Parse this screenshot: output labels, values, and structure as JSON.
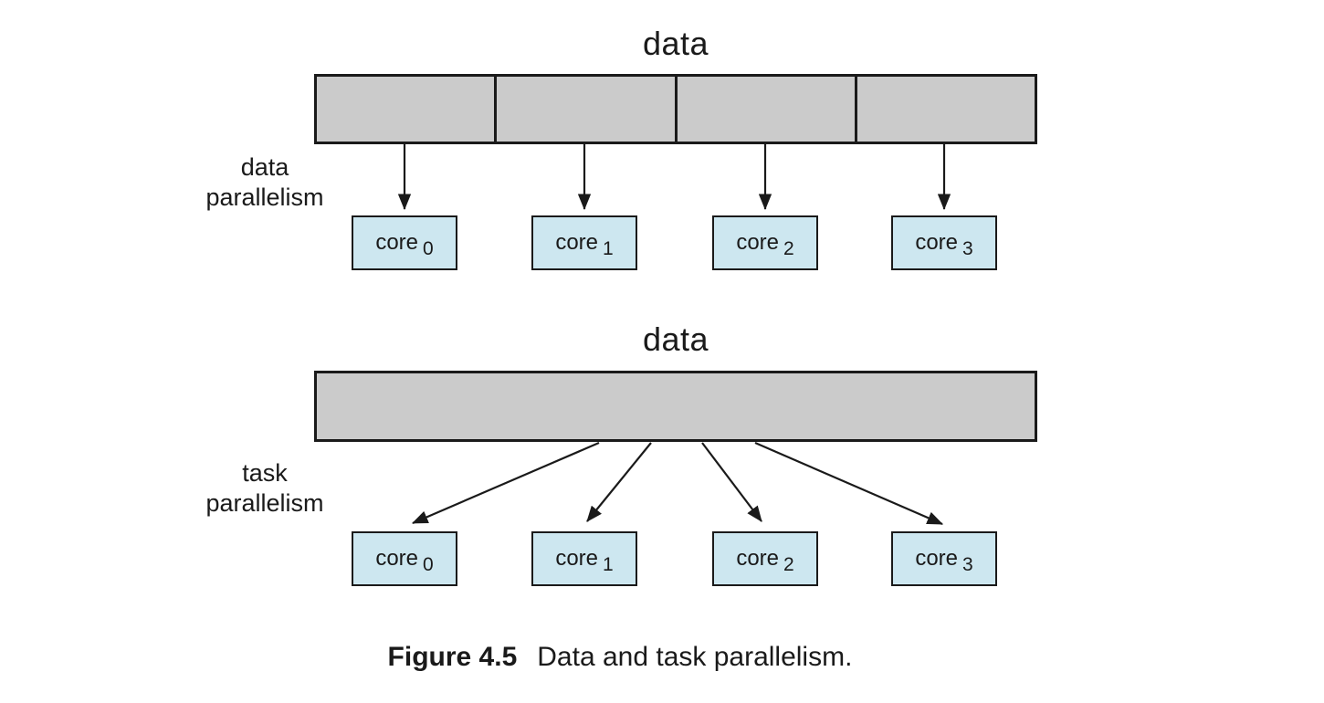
{
  "colors": {
    "bar_fill": "#cbcbcb",
    "core_fill": "#cde7f0",
    "stroke": "#1a1a1a"
  },
  "top_section": {
    "title": "data",
    "side_label_line1": "data",
    "side_label_line2": "parallelism",
    "segment_count": 4,
    "cores": [
      {
        "label": "core",
        "sub": "0"
      },
      {
        "label": "core",
        "sub": "1"
      },
      {
        "label": "core",
        "sub": "2"
      },
      {
        "label": "core",
        "sub": "3"
      }
    ],
    "arrows": [
      [
        443,
        122,
        443,
        229
      ],
      [
        640,
        122,
        640,
        229
      ],
      [
        838,
        122,
        838,
        229
      ],
      [
        1034,
        122,
        1034,
        229
      ]
    ]
  },
  "bottom_section": {
    "title": "data",
    "side_label_line1": "task",
    "side_label_line2": "parallelism",
    "segment_count": 1,
    "cores": [
      {
        "label": "core",
        "sub": "0"
      },
      {
        "label": "core",
        "sub": "1"
      },
      {
        "label": "core",
        "sub": "2"
      },
      {
        "label": "core",
        "sub": "3"
      }
    ],
    "arrows": [
      [
        656,
        485,
        452,
        573
      ],
      [
        713,
        485,
        643,
        571
      ],
      [
        769,
        485,
        834,
        571
      ],
      [
        827,
        485,
        1032,
        574
      ]
    ]
  },
  "caption": {
    "label": "Figure 4.5",
    "text": "Data and task parallelism."
  }
}
